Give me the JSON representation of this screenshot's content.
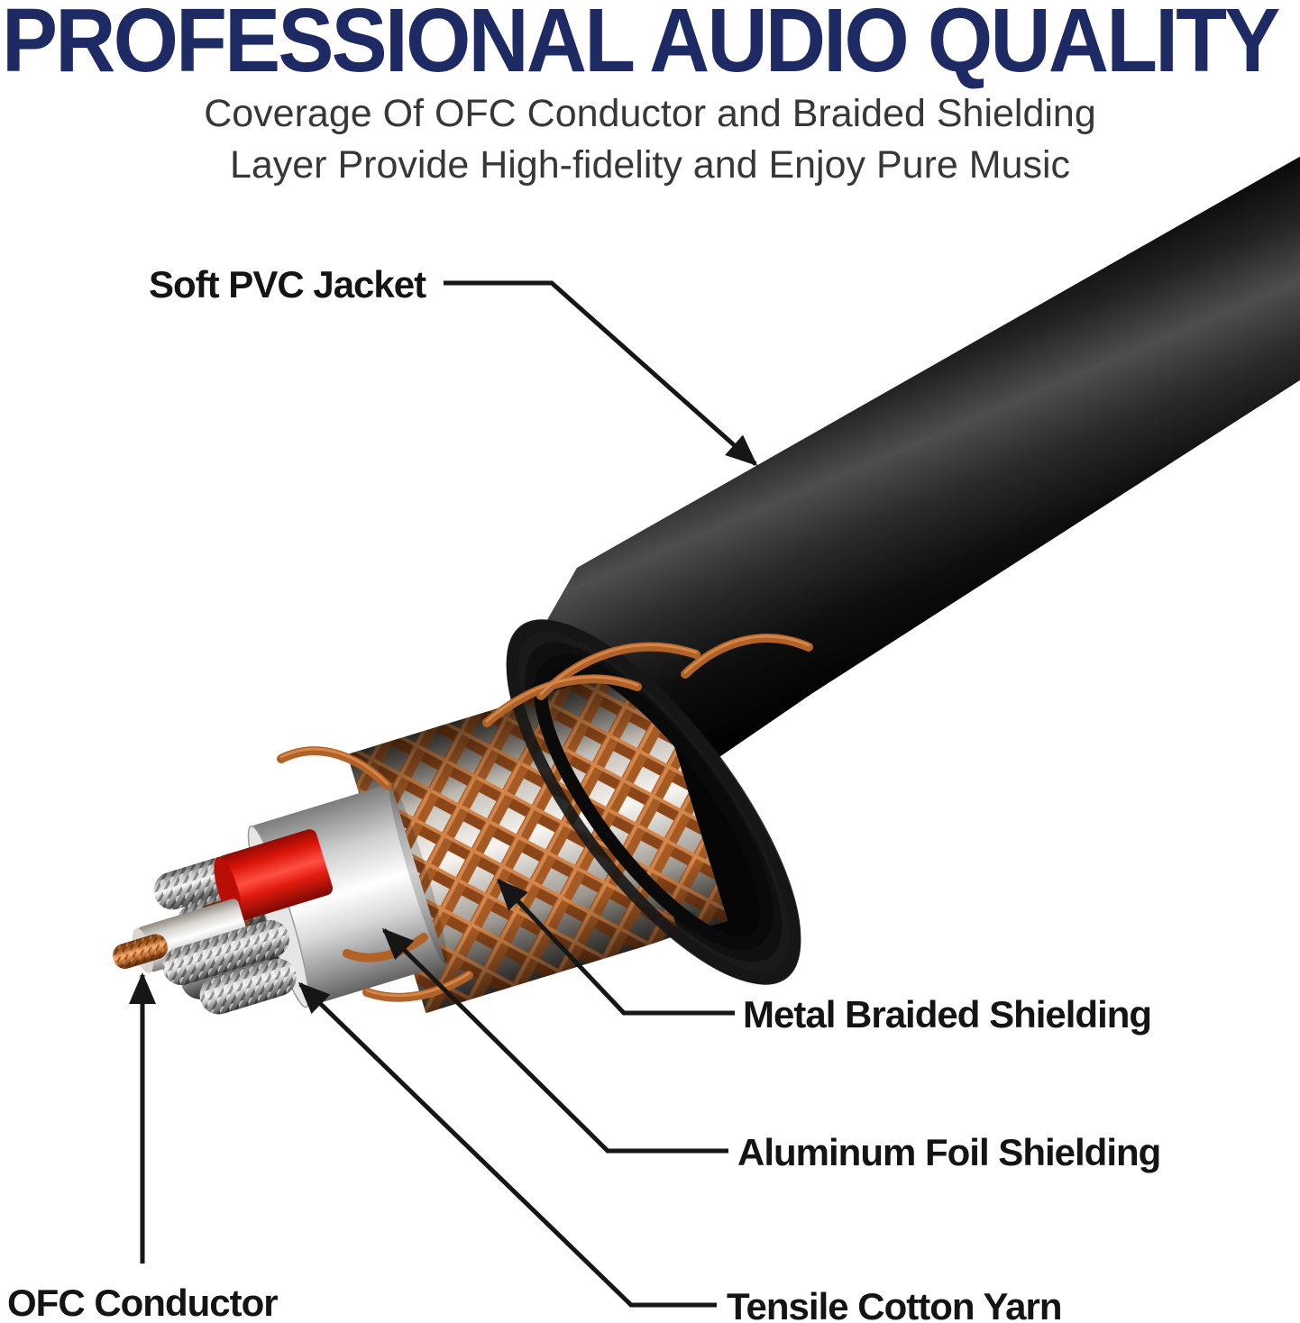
{
  "header": {
    "title": "PROFESSIONAL AUDIO QUALITY",
    "subtitle_line1": "Coverage Of OFC Conductor and Braided Shielding",
    "subtitle_line2": "Layer Provide High-fidelity and Enjoy Pure Music"
  },
  "callouts": {
    "soft_pvc": "Soft PVC Jacket",
    "metal_braided": "Metal Braided Shielding",
    "aluminum_foil": "Aluminum Foil Shielding",
    "tensile_cotton": "Tensile Cotton Yarn",
    "ofc_conductor": "OFC Conductor"
  },
  "colors": {
    "title_navy": "#1e2a63",
    "subtitle_gray": "#35373a",
    "label_black": "#141414",
    "callout_line": "#161616",
    "pvc_jacket": "#1a1a1a",
    "copper_braid": "#b06228",
    "copper_highlight": "#d98b4e",
    "aluminum_foil_white": "#f4f4f4",
    "cotton_yarn_silver": "#c6c6c6",
    "red_wire": "#e8170d",
    "white_insulation": "#f6f4f1",
    "ofc_copper": "#b5651d"
  }
}
